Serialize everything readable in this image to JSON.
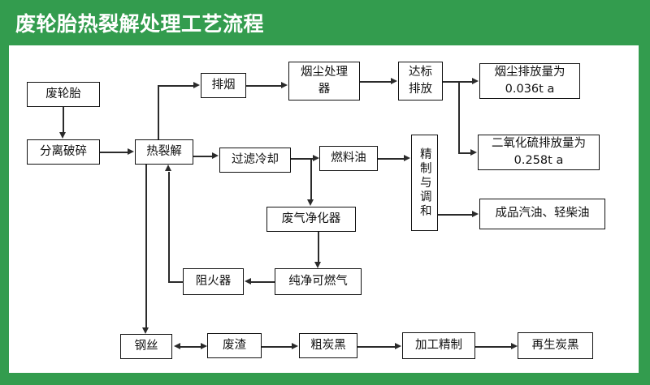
{
  "header": {
    "title": "废轮胎热裂解处理工艺流程",
    "background_color": "#339c4e",
    "title_color": "#ffffff"
  },
  "canvas": {
    "background_color": "#ffffff",
    "border_color": "#111111"
  },
  "chart_data": {
    "type": "diagram",
    "title": "废轮胎热裂解处理工艺流程",
    "nodes": [
      {
        "id": "waste_tire",
        "label": "废轮胎"
      },
      {
        "id": "separate_crush",
        "label": "分离破碎"
      },
      {
        "id": "pyrolysis",
        "label": "热裂解"
      },
      {
        "id": "exhaust_smoke",
        "label": "排烟"
      },
      {
        "id": "dust_treater",
        "label": "烟尘处理器"
      },
      {
        "id": "compliant_emit",
        "label": "达标排放"
      },
      {
        "id": "dust_emission",
        "label": "烟尘排放量为 0.036t a"
      },
      {
        "id": "so2_emission",
        "label": "二氧化硫排放量为 0.258t a"
      },
      {
        "id": "filter_cool",
        "label": "过滤冷却"
      },
      {
        "id": "fuel_oil",
        "label": "燃料油"
      },
      {
        "id": "refine_blend",
        "label": "精制与调和"
      },
      {
        "id": "finished_oil",
        "label": "成品汽油、轻柴油"
      },
      {
        "id": "gas_purifier",
        "label": "废气净化器"
      },
      {
        "id": "clean_gas",
        "label": "纯净可燃气"
      },
      {
        "id": "flame_arrester",
        "label": "阻火器"
      },
      {
        "id": "steel_wire",
        "label": "钢丝"
      },
      {
        "id": "waste_residue",
        "label": "废渣"
      },
      {
        "id": "crude_carbon",
        "label": "粗炭黑"
      },
      {
        "id": "process_refine",
        "label": "加工精制"
      },
      {
        "id": "recycled_carbon",
        "label": "再生炭黑"
      }
    ],
    "edges": [
      {
        "from": "waste_tire",
        "to": "separate_crush",
        "dir": "down"
      },
      {
        "from": "separate_crush",
        "to": "pyrolysis",
        "dir": "right"
      },
      {
        "from": "pyrolysis",
        "to": "exhaust_smoke",
        "dir": "up-right"
      },
      {
        "from": "exhaust_smoke",
        "to": "dust_treater",
        "dir": "right"
      },
      {
        "from": "dust_treater",
        "to": "compliant_emit",
        "dir": "right"
      },
      {
        "from": "compliant_emit",
        "to": "dust_emission",
        "dir": "right"
      },
      {
        "from": "compliant_emit",
        "to": "so2_emission",
        "dir": "right-down"
      },
      {
        "from": "pyrolysis",
        "to": "filter_cool",
        "dir": "right"
      },
      {
        "from": "filter_cool",
        "to": "fuel_oil",
        "dir": "right"
      },
      {
        "from": "filter_cool",
        "to": "gas_purifier",
        "dir": "down"
      },
      {
        "from": "fuel_oil",
        "to": "refine_blend",
        "dir": "right"
      },
      {
        "from": "refine_blend",
        "to": "finished_oil",
        "dir": "right"
      },
      {
        "from": "gas_purifier",
        "to": "clean_gas",
        "dir": "down"
      },
      {
        "from": "clean_gas",
        "to": "flame_arrester",
        "dir": "left"
      },
      {
        "from": "flame_arrester",
        "to": "pyrolysis",
        "dir": "left-up"
      },
      {
        "from": "pyrolysis",
        "to": "steel_wire",
        "dir": "down"
      },
      {
        "from": "steel_wire",
        "to": "waste_residue",
        "dir": "bidirectional"
      },
      {
        "from": "waste_residue",
        "to": "crude_carbon",
        "dir": "right"
      },
      {
        "from": "crude_carbon",
        "to": "process_refine",
        "dir": "right"
      },
      {
        "from": "process_refine",
        "to": "recycled_carbon",
        "dir": "right"
      }
    ]
  },
  "nodes": {
    "waste_tire": "废轮胎",
    "separate_crush": "分离破碎",
    "pyrolysis": "热裂解",
    "exhaust_smoke": "排烟",
    "dust_treater_l1": "烟尘处理",
    "dust_treater_l2": "器",
    "compliant_emit_l1": "达标",
    "compliant_emit_l2": "排放",
    "dust_emission_l1": "烟尘排放量为",
    "dust_emission_l2": "0.036t a",
    "so2_emission_l1": "二氧化硫排放量为",
    "so2_emission_l2": "0.258t a",
    "filter_cool": "过滤冷却",
    "fuel_oil": "燃料油",
    "refine_blend": "精制与调和",
    "finished_oil": "成品汽油、轻柴油",
    "gas_purifier": "废气净化器",
    "clean_gas": "纯净可燃气",
    "flame_arrester": "阻火器",
    "steel_wire": "钢丝",
    "waste_residue": "废渣",
    "crude_carbon": "粗炭黑",
    "process_refine": "加工精制",
    "recycled_carbon": "再生炭黑"
  }
}
